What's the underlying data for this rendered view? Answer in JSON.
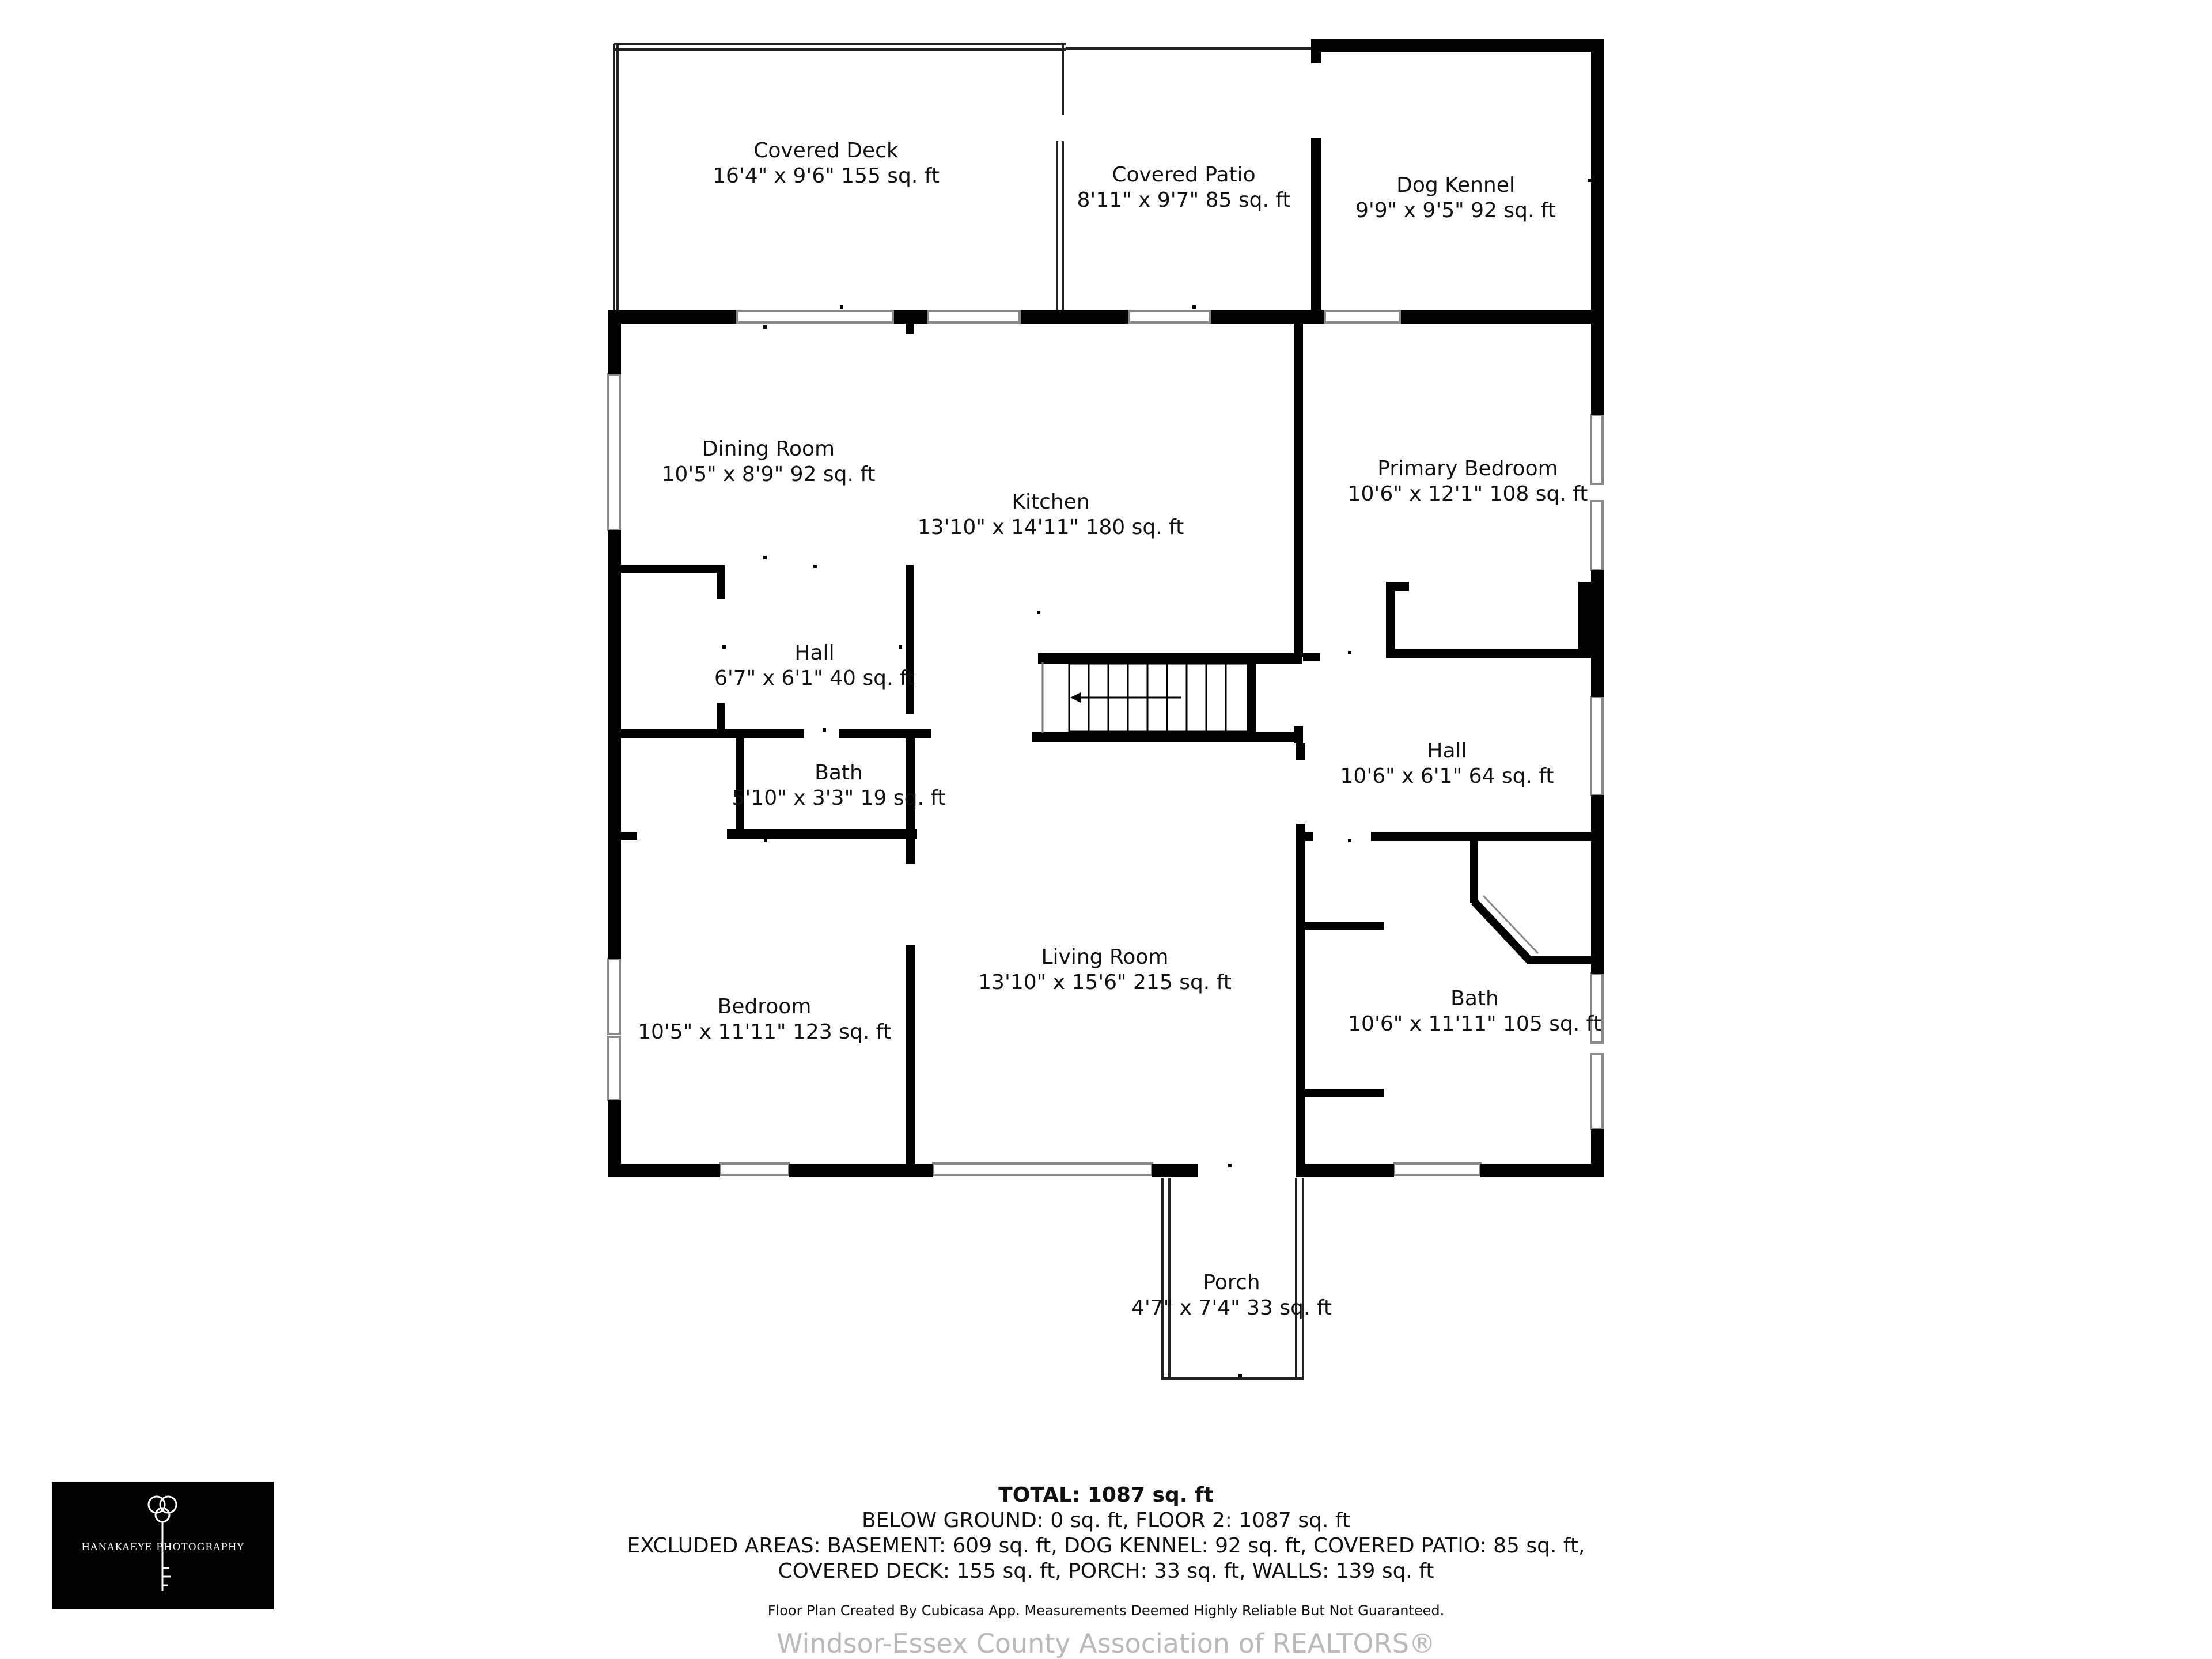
{
  "rooms": {
    "covered_deck": {
      "name": "Covered Deck",
      "dims": "16'4\" x 9'6\" 155 sq. ft"
    },
    "covered_patio": {
      "name": "Covered Patio",
      "dims": "8'11\" x 9'7\" 85 sq. ft"
    },
    "dog_kennel": {
      "name": "Dog Kennel",
      "dims": "9'9\" x 9'5\" 92 sq. ft"
    },
    "dining_room": {
      "name": "Dining Room",
      "dims": "10'5\" x 8'9\" 92 sq. ft"
    },
    "kitchen": {
      "name": "Kitchen",
      "dims": "13'10\" x 14'11\" 180 sq. ft"
    },
    "primary_bedroom": {
      "name": "Primary Bedroom",
      "dims": "10'6\" x 12'1\" 108 sq. ft"
    },
    "hall_left": {
      "name": "Hall",
      "dims": "6'7\" x 6'1\" 40 sq. ft"
    },
    "hall_right": {
      "name": "Hall",
      "dims": "10'6\" x 6'1\" 64 sq. ft"
    },
    "bath_small": {
      "name": "Bath",
      "dims": "5'10\" x 3'3\" 19 sq. ft"
    },
    "bath_large": {
      "name": "Bath",
      "dims": "10'6\" x 11'11\" 105 sq. ft"
    },
    "living_room": {
      "name": "Living Room",
      "dims": "13'10\" x 15'6\" 215 sq. ft"
    },
    "bedroom": {
      "name": "Bedroom",
      "dims": "10'5\" x 11'11\" 123 sq. ft"
    },
    "porch": {
      "name": "Porch",
      "dims": "4'7\" x 7'4\" 33 sq. ft"
    }
  },
  "summary": {
    "total": "TOTAL: 1087 sq. ft",
    "line1": "BELOW GROUND: 0 sq. ft, FLOOR 2: 1087 sq. ft",
    "line2": "EXCLUDED AREAS: BASEMENT: 609 sq. ft, DOG KENNEL: 92 sq. ft, COVERED PATIO: 85 sq. ft,",
    "line3": "COVERED DECK: 155 sq. ft, PORCH: 33 sq. ft, WALLS: 139 sq. ft"
  },
  "disclaimer": "Floor Plan Created By Cubicasa App. Measurements Deemed Highly Reliable But Not Guaranteed.",
  "watermark": "Windsor-Essex County Association of REALTORS®",
  "logo": {
    "text": "HANAKAEYE PHOTOGRAPHY"
  },
  "colors": {
    "wall": "#000000",
    "window": "#9a9a9a",
    "watermark": "#b9b9b9",
    "logo_bg": "#000000"
  }
}
